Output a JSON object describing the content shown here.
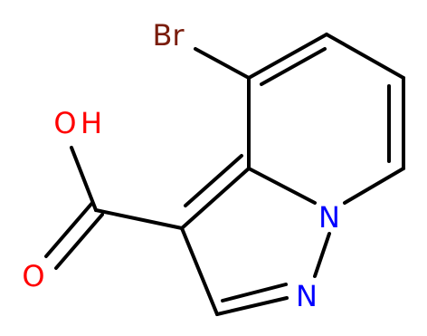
{
  "molecule": {
    "atoms": [
      {
        "symbol": "Br",
        "color": "#7a1d0d"
      },
      {
        "symbol": "O",
        "color": "#ff0000"
      },
      {
        "symbol": "H",
        "color": "#ff0000"
      },
      {
        "symbol": "O",
        "color": "#ff0000"
      },
      {
        "symbol": "N",
        "color": "#0000ff"
      },
      {
        "symbol": "N",
        "color": "#0000ff"
      }
    ],
    "bond_color": "#000000"
  }
}
